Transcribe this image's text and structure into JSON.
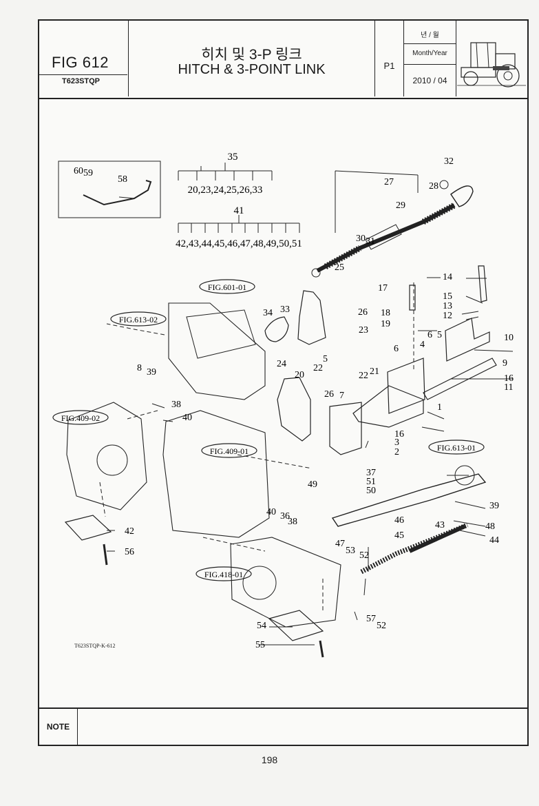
{
  "header": {
    "fig_no": "FIG 612",
    "model": "T623STQP",
    "title_kr": "히치 및 3-P 링크",
    "title_en": "HITCH & 3-POINT LINK",
    "page_code": "P1",
    "month_year_kr": "년 / 월",
    "month_year_en": "Month/Year",
    "date": "2010 / 04"
  },
  "groups": {
    "g35": "35",
    "g35_items": "20,23,24,25,26,33",
    "g41": "41",
    "g41_items": "42,43,44,45,46,47,48,49,50,51"
  },
  "callouts": [
    "60",
    "59",
    "58",
    "32",
    "27",
    "28",
    "29",
    "31",
    "30",
    "25",
    "17",
    "14",
    "15",
    "13",
    "12",
    "18",
    "19",
    "26",
    "33",
    "34",
    "23",
    "10",
    "6",
    "4",
    "6",
    "5",
    "9",
    "22",
    "21",
    "16",
    "11",
    "24",
    "20",
    "22",
    "5",
    "26",
    "7",
    "1",
    "16",
    "3",
    "2",
    "8",
    "39",
    "38",
    "40",
    "37",
    "51",
    "50",
    "49",
    "40",
    "36",
    "38",
    "39",
    "46",
    "43",
    "48",
    "45",
    "44",
    "47",
    "53",
    "52",
    "42",
    "56",
    "57",
    "52",
    "54",
    "55",
    "57"
  ],
  "fig_refs": [
    "FIG.601-01",
    "FIG.613-02",
    "FIG.409-02",
    "FIG.409-01",
    "FIG.613-01",
    "FIG.418-01"
  ],
  "drawing_code": "T623STQP-K-612",
  "note_label": "NOTE",
  "page_number": "198"
}
